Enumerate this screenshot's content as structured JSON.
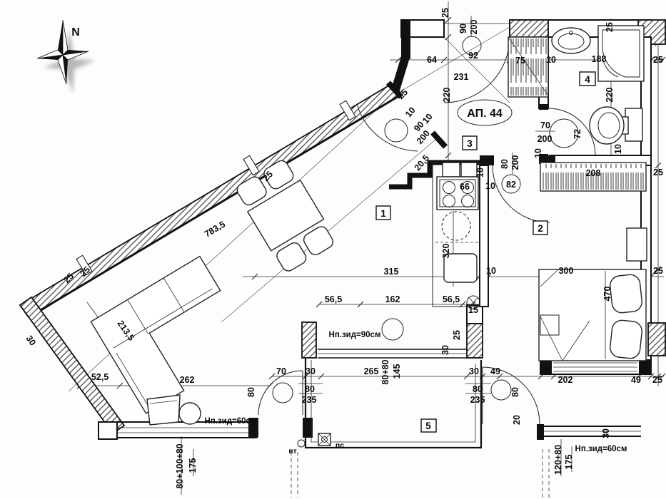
{
  "compass": {
    "north": "N"
  },
  "apartment": {
    "label": "АП. 44"
  },
  "rooms": {
    "living": "1",
    "bedroom": "2",
    "hall": "3",
    "bath": "4",
    "terrace": "5"
  },
  "tags": {
    "entry_door": "92",
    "bedroom_door": "82",
    "stove": "66"
  },
  "notes": {
    "parapet90": "Нп.зид=90см",
    "parapet60_left": "Нп.зид=60см",
    "parapet60_right": "Нп.зид=60см",
    "vt": "вт",
    "ps": "пс"
  },
  "dims": {
    "top": {
      "wall25": "25",
      "door_w": "90",
      "door_h": "200",
      "d64": "64",
      "d231": "231",
      "d220l": "220",
      "d75": "75",
      "d10": "10",
      "d188": "188",
      "d25r": "25",
      "d25w": "25",
      "d220r": "220"
    },
    "bath": {
      "door_w": "70",
      "door_h": "200",
      "d72": "72",
      "d10a": "10",
      "d10b": "10"
    },
    "bedroom": {
      "d208": "208",
      "d25a": "25",
      "d300": "300",
      "d470": "470",
      "d25b": "25",
      "d10": "10",
      "d202": "202",
      "d49": "49",
      "d25c": "25"
    },
    "hall": {
      "door_w": "80",
      "door_h": "200",
      "d10": "10",
      "door1_w": "90",
      "door1_h": "200",
      "d10a": "10",
      "d10b": "10",
      "d205": "20,5"
    },
    "diag": {
      "d25a": "25",
      "d25b": "25",
      "d783": "783,5",
      "d25c": "25",
      "d25d": "25",
      "d30": "30",
      "d213": "213,5",
      "d52": "52,5"
    },
    "mid": {
      "d315": "315",
      "d56a": "56,5",
      "d162": "162",
      "d56b": "56,5",
      "d15": "15",
      "d320": "320",
      "d10top": "10",
      "d25": "25",
      "d30": "30"
    },
    "bottom": {
      "d262": "262",
      "d70": "70",
      "d30a": "30",
      "d80a": "80",
      "d235a": "235",
      "d80r": "80",
      "d265": "265",
      "d8080": "80+80",
      "d145": "145",
      "d30b": "30",
      "d49a": "49",
      "d80b": "80",
      "d235b": "235",
      "d80r2": "80",
      "d20": "20",
      "d30r": "30",
      "d12080": "120+80",
      "d175a": "175",
      "d801008": "80+100+80",
      "d175b": "175"
    }
  }
}
